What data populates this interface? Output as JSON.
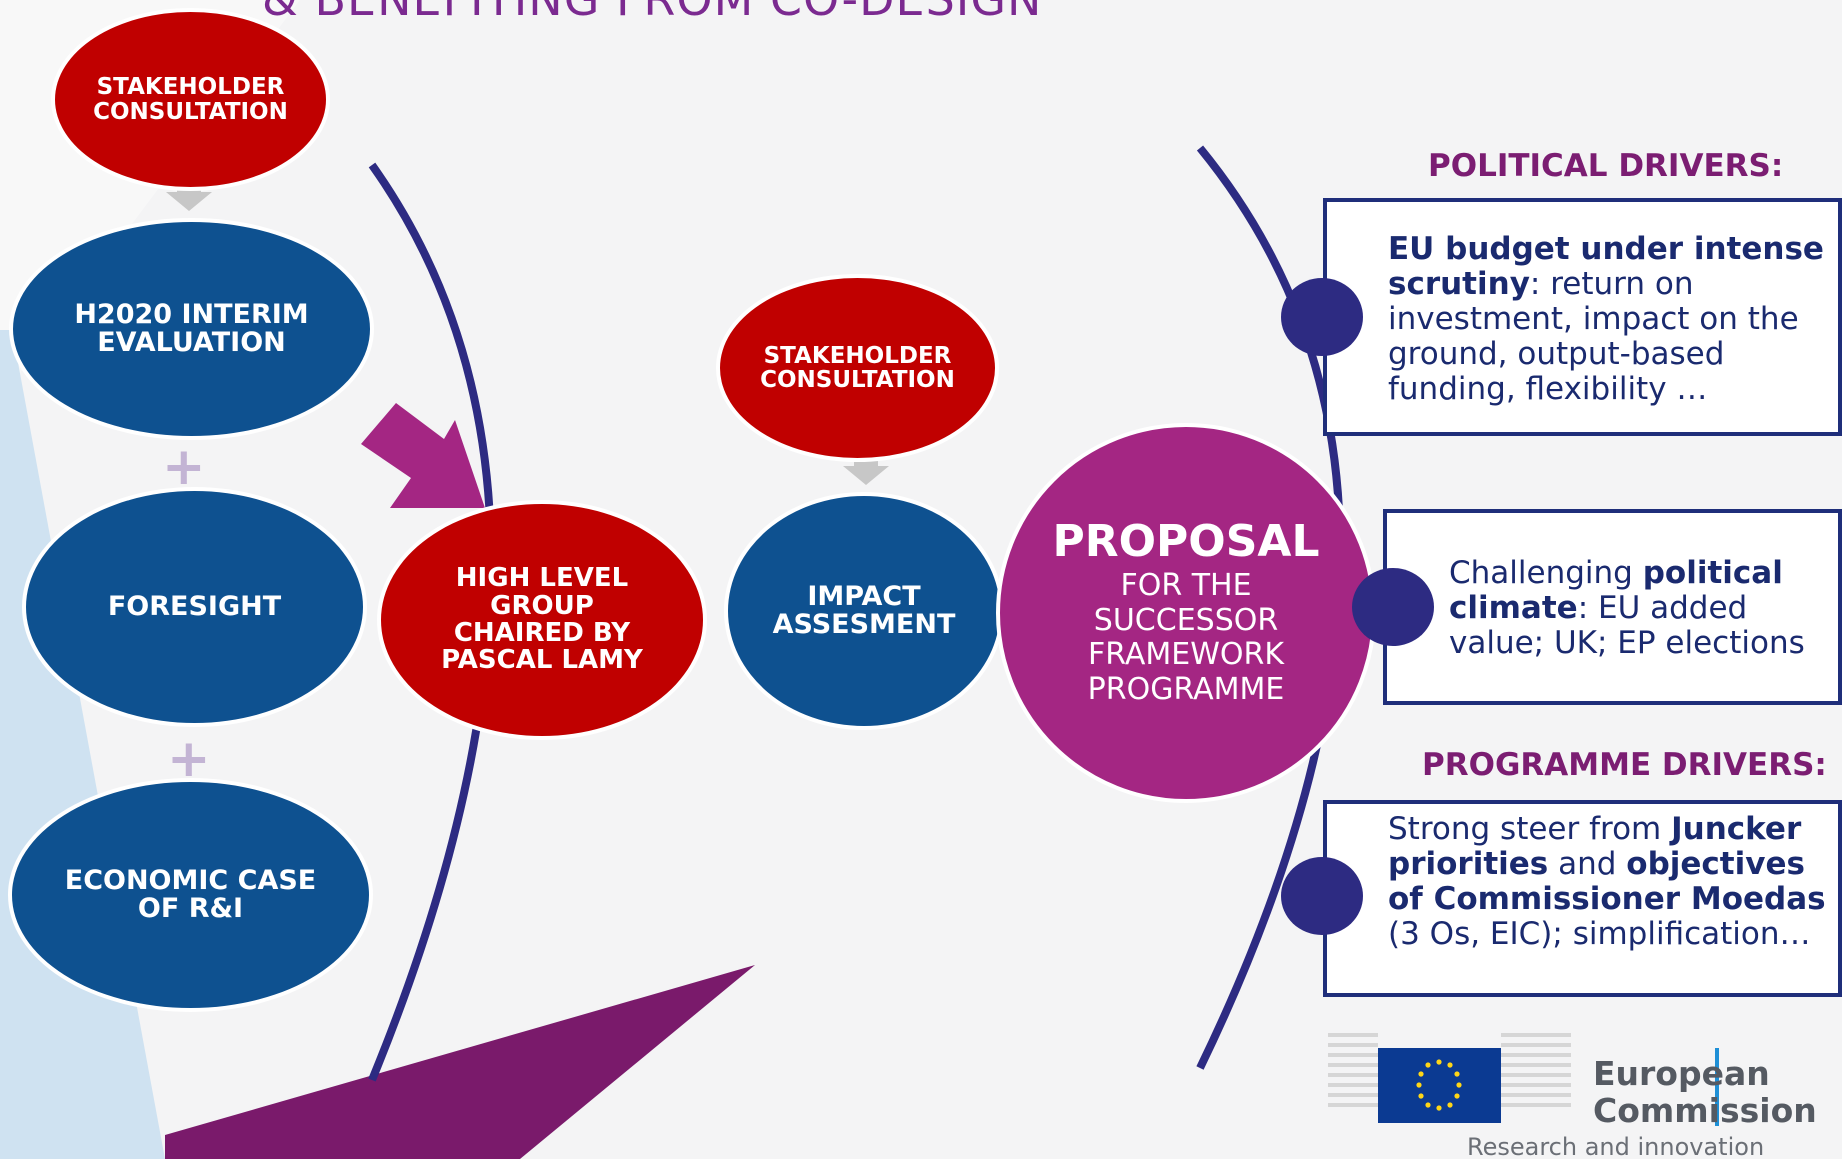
{
  "title": "& BENEFITING FROM CO-DESIGN",
  "nodes": {
    "stakeholder1": [
      "STAKEHOLDER",
      "CONSULTATION"
    ],
    "h2020": [
      "H2020 INTERIM",
      "EVALUATION"
    ],
    "foresight": [
      "FORESIGHT"
    ],
    "economic": [
      "ECONOMIC CASE",
      "OF R&I"
    ],
    "hlg": [
      "HIGH LEVEL",
      "GROUP",
      "CHAIRED BY",
      "PASCAL LAMY"
    ],
    "stakeholder2": [
      "STAKEHOLDER",
      "CONSULTATION"
    ],
    "impact": [
      "IMPACT",
      "ASSESMENT"
    ],
    "proposal_head": "PROPOSAL",
    "proposal_body": [
      "FOR THE",
      "SUCCESSOR",
      "FRAMEWORK",
      "PROGRAMME"
    ]
  },
  "plus_sign": "+",
  "political_heading": "POLITICAL DRIVERS:",
  "programme_heading": "PROGRAMME DRIVERS:",
  "box1": {
    "b1": "EU budget under intense scrutiny",
    "t1": ": return on investment, impact on the ground, output-based funding, flexibility …"
  },
  "box2": {
    "t1": "Challenging ",
    "b1": "political climate",
    "t2": ": EU added value; UK; EP elections"
  },
  "box3": {
    "t1": "Strong steer from ",
    "b1": "Juncker priorities",
    "t2": " and ",
    "b2": "objectives of Commissioner Moedas",
    "t3": " (3 Os, EIC); simplification…"
  },
  "logo": {
    "line1": "European",
    "line2": "Commission",
    "sub": "Research and innovation"
  },
  "colors": {
    "red": "#c00000",
    "blue": "#0e5190",
    "purple": "#a42683",
    "navy": "#1f2e7a",
    "heading": "#7b1d72"
  }
}
